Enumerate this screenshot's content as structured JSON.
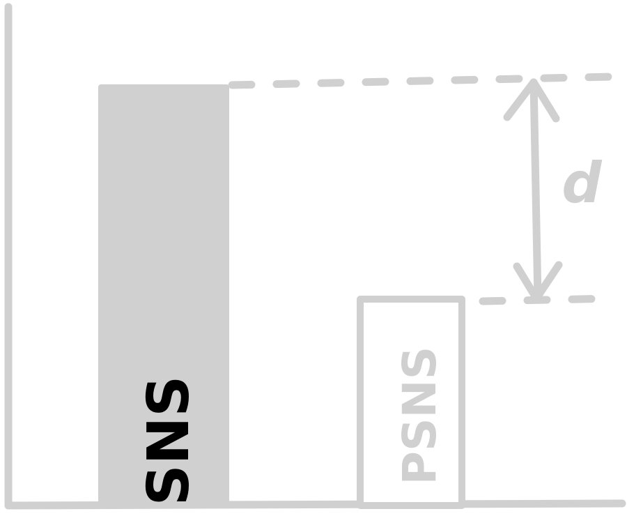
{
  "bars": [
    {
      "label": "SNS",
      "level": "high",
      "filled": true
    },
    {
      "label": "PSNS",
      "level": "low",
      "filled": false
    }
  ],
  "difference_label": "d",
  "colors": {
    "gray": "#d0d0d0",
    "black": "#000000",
    "white": "#ffffff"
  }
}
